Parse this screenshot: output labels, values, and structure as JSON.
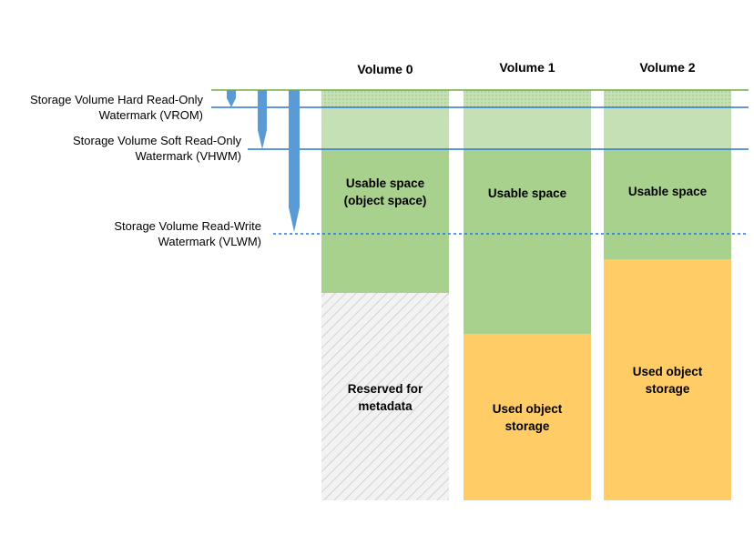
{
  "volumes": [
    {
      "name": "Volume 0"
    },
    {
      "name": "Volume 1"
    },
    {
      "name": "Volume 2"
    }
  ],
  "watermarks": {
    "vrom": {
      "line1": "Storage Volume Hard Read-Only",
      "line2": "Watermark (VROM)"
    },
    "vhwm": {
      "line1": "Storage Volume Soft Read-Only",
      "line2": "Watermark (VHWM)"
    },
    "vlwm": {
      "line1": "Storage Volume Read-Write",
      "line2": "Watermark (VLWM)"
    }
  },
  "labels": {
    "v0_usable_line1": "Usable space",
    "v0_usable_line2": "(object space)",
    "v0_reserved_line1": "Reserved for",
    "v0_reserved_line2": "metadata",
    "v1_usable": "Usable space",
    "v1_used_line1": "Used object",
    "v1_used_line2": "storage",
    "v2_usable": "Usable space",
    "v2_used_line1": "Used object",
    "v2_used_line2": "storage"
  },
  "colors": {
    "usable": "#a9d18e",
    "usable_light": "#c5e0b4",
    "used": "#ffcc66",
    "line_blue": "#2e75d6",
    "line_green": "#70ad47",
    "arrow": "#5b9bd5"
  }
}
